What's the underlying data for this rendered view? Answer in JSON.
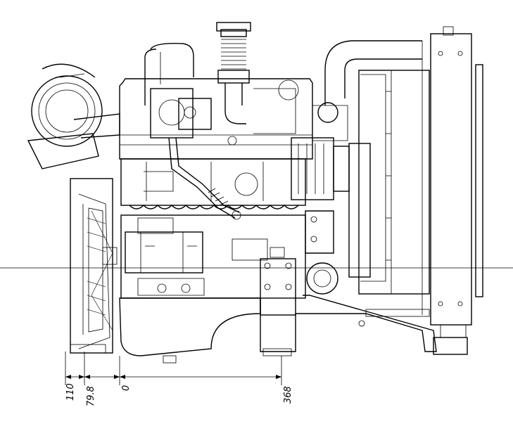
{
  "dimensions": {
    "labels": [
      "110",
      "79.8",
      "0",
      "368"
    ]
  }
}
